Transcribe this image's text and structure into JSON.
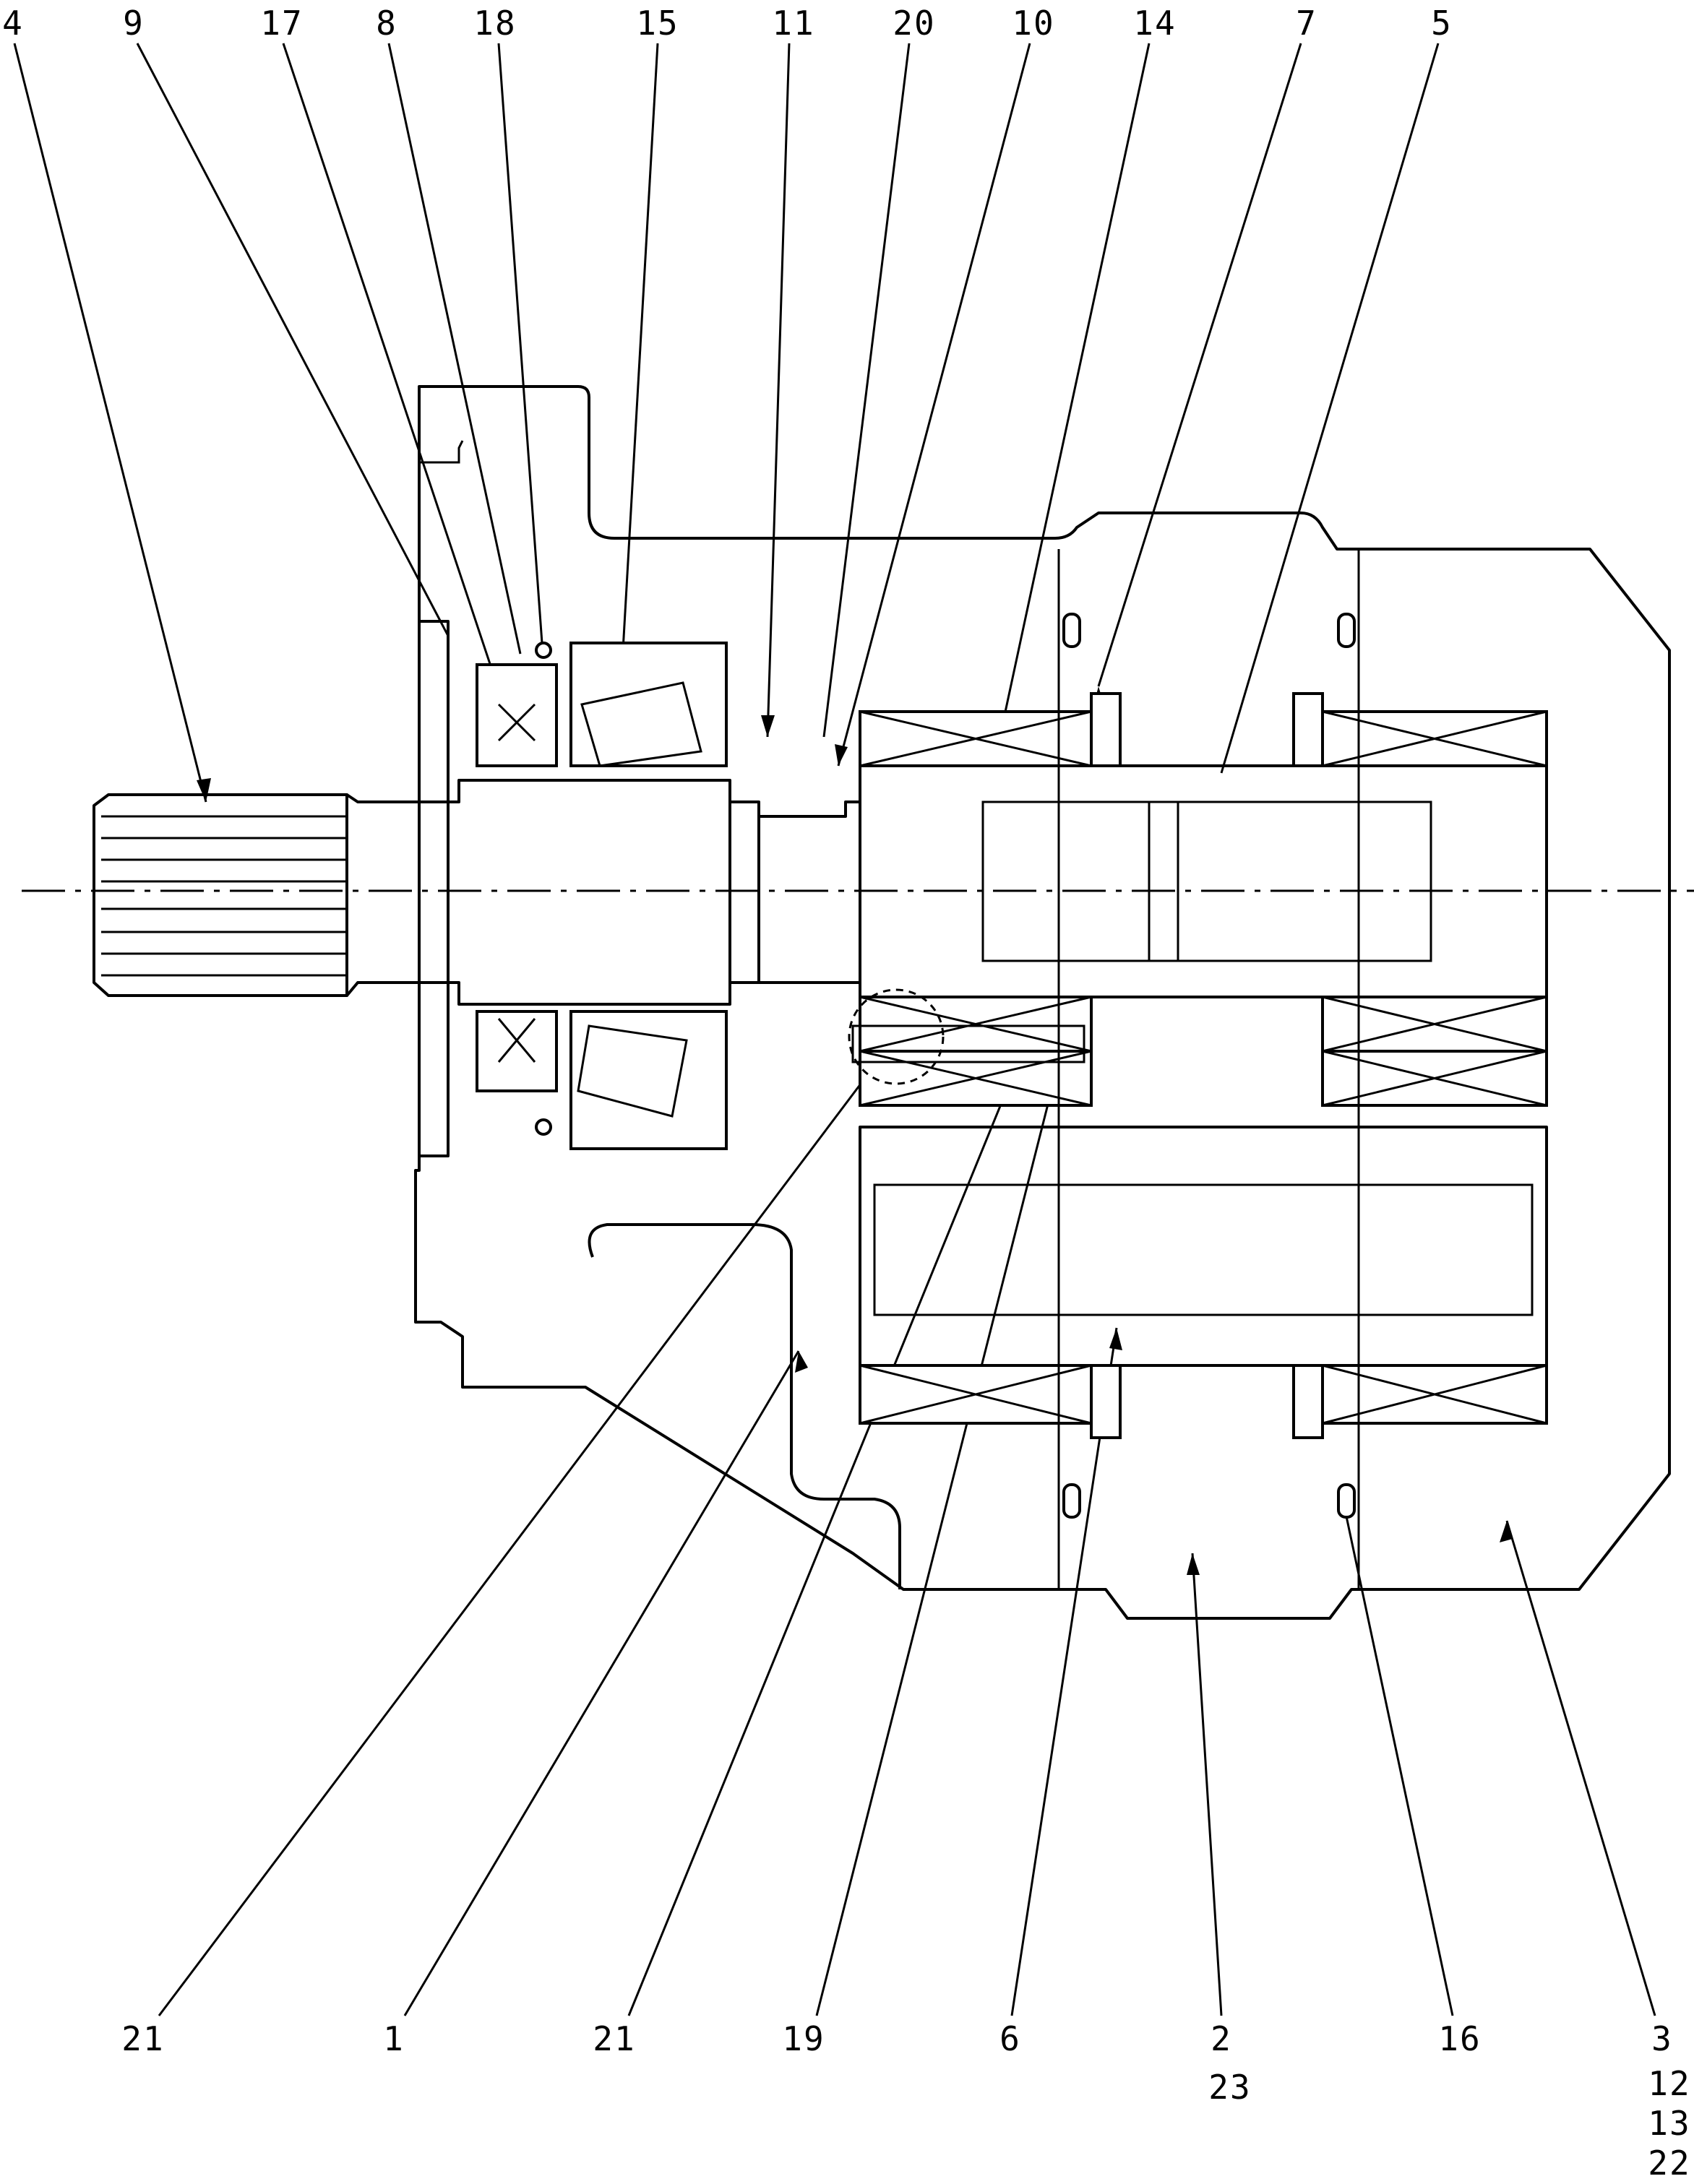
{
  "labels": {
    "top": [
      "4",
      "9",
      "17",
      "8",
      "18",
      "15",
      "11",
      "20",
      "10",
      "14",
      "7",
      "5"
    ],
    "bottom": [
      "21",
      "1",
      "21",
      "19",
      "6",
      "2",
      "23",
      "16",
      "3",
      "12",
      "13",
      "22"
    ]
  }
}
